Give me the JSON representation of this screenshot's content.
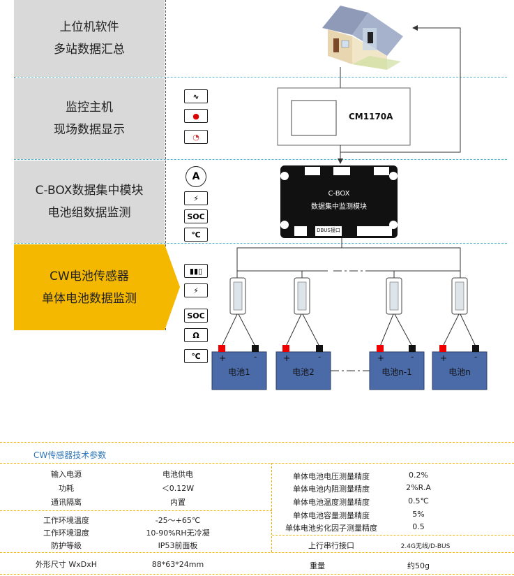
{
  "levels": [
    {
      "text": "上位机软件\n多站数据汇总"
    },
    {
      "text": "监控主机\n现场数据显示"
    },
    {
      "text": "C-BOX数据集中模块\n电池组数据监测"
    },
    {
      "text": "CW电池传感器\n单体电池数据监测"
    }
  ],
  "monitor_label": "CM1170A",
  "cbox": {
    "line1": "C-BOX",
    "line2": "数据集中监测模块",
    "port": "DBUS接口"
  },
  "icons": {
    "soc": "SOC",
    "temp": "℃",
    "ohm": "Ω",
    "amp": "A"
  },
  "batteries": [
    {
      "label": "电池1",
      "plus": "+",
      "minus": "-"
    },
    {
      "label": "电池2",
      "plus": "+",
      "minus": "-"
    },
    {
      "label": "电池n-1",
      "plus": "+",
      "minus": "-"
    },
    {
      "label": "电池n",
      "plus": "+",
      "minus": "-"
    }
  ],
  "specs": {
    "title": "CW传感器技术参数",
    "left_rows": [
      {
        "name": "输入电源",
        "value": "电池供电"
      },
      {
        "name": "功耗",
        "value": "＜0.12W"
      },
      {
        "name": "通讯隔离",
        "value": "内置"
      },
      {
        "name": "工作环境温度",
        "value": "-25～+65℃"
      },
      {
        "name": "工作环境湿度",
        "value": "10-90%RH无冷凝"
      },
      {
        "name": "防护等级",
        "value": "IP53前面板"
      },
      {
        "name": "外形尺寸 WxDxH",
        "value": "88*63*24mm"
      }
    ],
    "right_rows": [
      {
        "name": "单体电池电压测量精度",
        "value": "0.2%"
      },
      {
        "name": "单体电池内阻测量精度",
        "value": "2%R.A"
      },
      {
        "name": "单体电池温度测量精度",
        "value": "0.5℃"
      },
      {
        "name": "单体电池容量测量精度",
        "value": "5%"
      },
      {
        "name": "单体电池劣化因子测量精度",
        "value": "0.5"
      },
      {
        "name": "上行串行接口",
        "value": "2.4G无线/D-BUS"
      },
      {
        "name": "重量",
        "value": "约50g"
      }
    ]
  },
  "colors": {
    "accent": "#f5b800",
    "battery": "#4a6aa8",
    "dash": "#4fb3c9",
    "spec_dash": "#f0b400"
  }
}
